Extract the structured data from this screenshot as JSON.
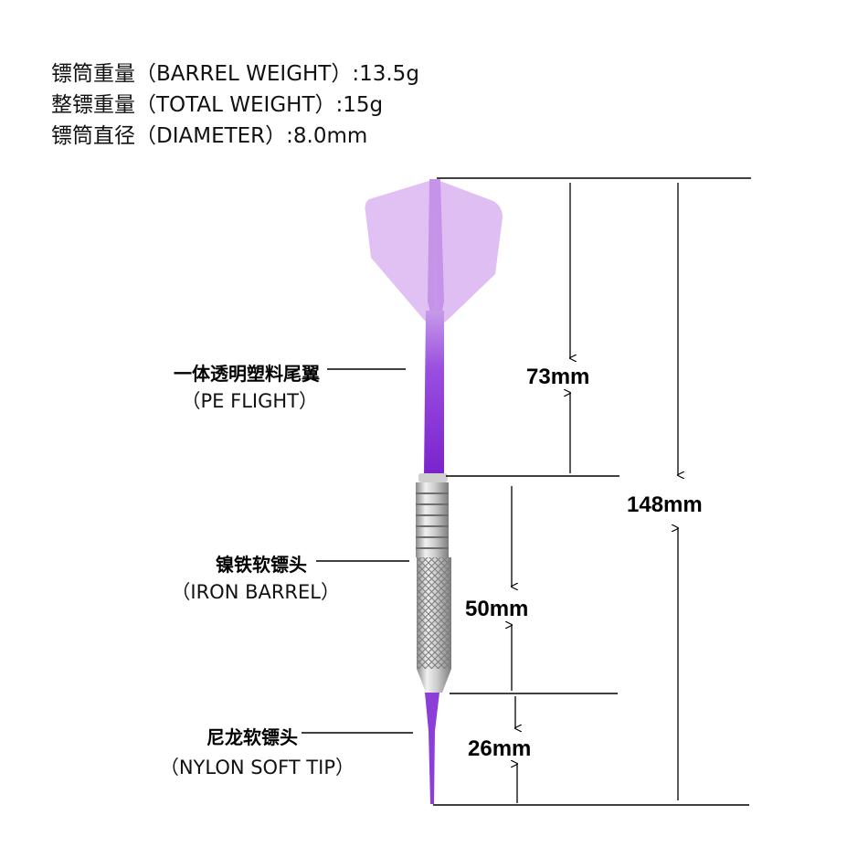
{
  "specs": [
    "镖筒重量（BARREL WEIGHT）:13.5g",
    "整镖重量（TOTAL WEIGHT）:15g",
    "镖筒直径（DIAMETER）:8.0mm"
  ],
  "parts": {
    "flight": {
      "cn": "一体透明塑料尾翼",
      "en": "（PE FLIGHT）"
    },
    "barrel": {
      "cn": "镍铁软镖头",
      "en": "（IRON BARREL）"
    },
    "tip": {
      "cn": "尼龙软镖头",
      "en": "（NYLON SOFT TIP）"
    }
  },
  "dimensions": {
    "flight_shaft": "73mm",
    "total": "148mm",
    "barrel": "50mm",
    "tip": "26mm"
  },
  "colors": {
    "flight": "#dcb6f2",
    "shaft": "#8a2fd6",
    "tip": "#8b3fd8",
    "barrel": "#b9b9b9"
  }
}
